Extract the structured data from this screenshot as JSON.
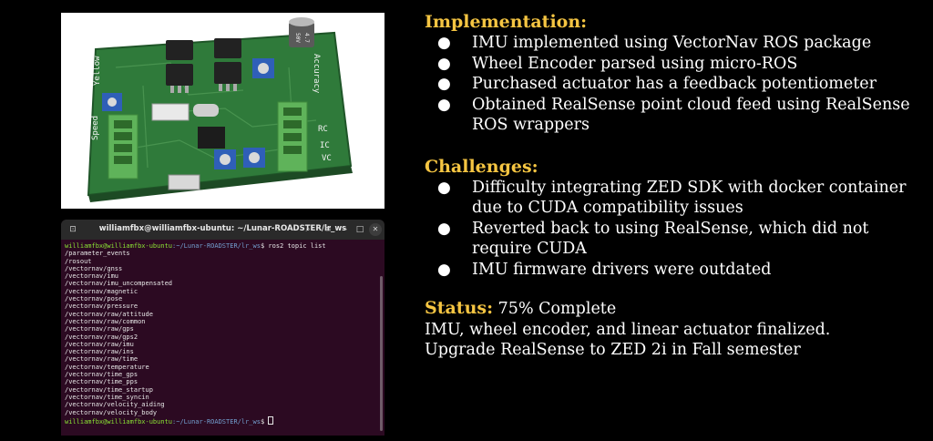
{
  "terminal": {
    "title": "williamfbx@williamfbx-ubuntu: ~/Lunar-ROADSTER/lr_ws",
    "prompt_user": "williamfbx@williamfbx-ubuntu",
    "prompt_path": ":~/Lunar-ROADSTER/lr_ws",
    "prompt_symbol": "$",
    "command": " ros2 topic list",
    "topics": [
      "/parameter_events",
      "/rosout",
      "/vectornav/gnss",
      "/vectornav/imu",
      "/vectornav/imu_uncompensated",
      "/vectornav/magnetic",
      "/vectornav/pose",
      "/vectornav/pressure",
      "/vectornav/raw/attitude",
      "/vectornav/raw/common",
      "/vectornav/raw/gps",
      "/vectornav/raw/gps2",
      "/vectornav/raw/imu",
      "/vectornav/raw/ins",
      "/vectornav/raw/time",
      "/vectornav/temperature",
      "/vectornav/time_gps",
      "/vectornav/time_pps",
      "/vectornav/time_startup",
      "/vectornav/time_syncin",
      "/vectornav/velocity_aiding",
      "/vectornav/velocity_body"
    ],
    "icons": [
      "new-tab-icon",
      "search-icon",
      "menu-icon",
      "minimize-icon",
      "maximize-icon",
      "close-icon"
    ]
  },
  "board": {
    "labels": [
      "Yellow",
      "Speed",
      "Accuracy",
      "RC",
      "VC",
      "IC",
      "4.7",
      "50V"
    ]
  },
  "implementation": {
    "heading": "Implementation:",
    "items": [
      "IMU implemented using VectorNav ROS package",
      "Wheel Encoder parsed using micro-ROS",
      "Purchased actuator has a feedback potentiometer",
      "Obtained RealSense point cloud feed using RealSense ROS wrappers"
    ]
  },
  "challenges": {
    "heading": "Challenges:",
    "items": [
      "Difficulty integrating ZED SDK with docker container due to CUDA compatibility issues",
      "Reverted back to using RealSense, which did not require CUDA",
      "IMU firmware drivers were outdated"
    ]
  },
  "status": {
    "heading": "Status:",
    "value": " 75% Complete",
    "lines": [
      "IMU, wheel encoder, and linear actuator finalized.",
      "Upgrade RealSense to ZED 2i in Fall semester"
    ]
  },
  "colors": {
    "background": "#000000",
    "heading": "#f5c542",
    "text": "#ffffff",
    "terminal_bg": "#2c0a22",
    "board_green": "#2f7a3a"
  }
}
